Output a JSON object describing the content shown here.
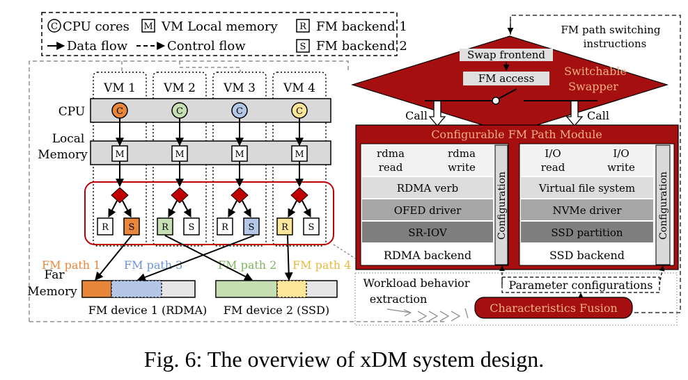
{
  "legend": {
    "cpu_glyph": "C",
    "cpu_label": "CPU cores",
    "mem_glyph": "M",
    "mem_label": "VM Local memory",
    "fm1_glyph": "R",
    "fm1_label": "FM backend 1",
    "fm2_glyph": "S",
    "fm2_label": "FM backend 2",
    "data_flow": "Data flow",
    "control_flow": "Control flow"
  },
  "rows": {
    "cpu": "CPU",
    "local_memory_1": "Local",
    "local_memory_2": "Memory",
    "far_memory_1": "Far",
    "far_memory_2": "Memory"
  },
  "vms": [
    {
      "label": "VM 1",
      "cpu": "C",
      "mem": "M",
      "b1": "R",
      "b2": "S",
      "cpu_color": "#E8863C",
      "b_active": "S",
      "active_color": "#E8863C"
    },
    {
      "label": "VM 2",
      "cpu": "C",
      "mem": "M",
      "b1": "R",
      "b2": "S",
      "cpu_color": "#C6E0B4",
      "b_active": "R",
      "active_color": "#C6E0B4"
    },
    {
      "label": "VM 3",
      "cpu": "C",
      "mem": "M",
      "b1": "R",
      "b2": "S",
      "cpu_color": "#B4C7E7",
      "b_active": "S",
      "active_color": "#B4C7E7"
    },
    {
      "label": "VM 4",
      "cpu": "C",
      "mem": "M",
      "b1": "R",
      "b2": "S",
      "cpu_color": "#FFE699",
      "b_active": "R",
      "active_color": "#FFE699"
    }
  ],
  "fm_paths": [
    {
      "label": "FM path 1",
      "color": "#E8863C"
    },
    {
      "label": "FM path 3",
      "color": "#6A94CE"
    },
    {
      "label": "FM path 2",
      "color": "#7FB35F"
    },
    {
      "label": "FM path 4",
      "color": "#E7B93B"
    }
  ],
  "devices": {
    "dev1": "FM device 1 (RDMA)",
    "dev2": "FM device 2 (SSD)"
  },
  "swapper": {
    "frontend": "Swap frontend",
    "fm_access": "FM access",
    "title_1": "Switchable",
    "title_2": "Swapper",
    "instructions_1": "FM path switching",
    "instructions_2": "instructions",
    "call_left": "Call",
    "call_right": "Call"
  },
  "module": {
    "title": "Configurable FM Path Module",
    "rdma": {
      "read_1": "rdma",
      "read_2": "read",
      "write_1": "rdma",
      "write_2": "write",
      "layer1": "RDMA verb",
      "layer2": "OFED driver",
      "layer3": "SR-IOV",
      "name": "RDMA backend",
      "config": "Configuration"
    },
    "ssd": {
      "read_1": "I/O",
      "read_2": "read",
      "write_1": "I/O",
      "write_2": "write",
      "layer1": "Virtual file system",
      "layer2": "NVMe driver",
      "layer3": "SSD partition",
      "name": "SSD backend",
      "config": "Configuration"
    }
  },
  "bottom": {
    "workload_1": "Workload behavior",
    "workload_2": "extraction",
    "params": "Parameter configurations",
    "fusion": "Characteristics Fusion"
  },
  "caption": "Fig. 6: The overview of xDM system design.",
  "colors": {
    "dark_red": "#A50F0F",
    "red": "#C00000",
    "layer_light": "#DCDCDC",
    "layer_mid": "#A6A6A6",
    "layer_dark": "#7F7F7F",
    "row_band": "#D9D9D9"
  }
}
